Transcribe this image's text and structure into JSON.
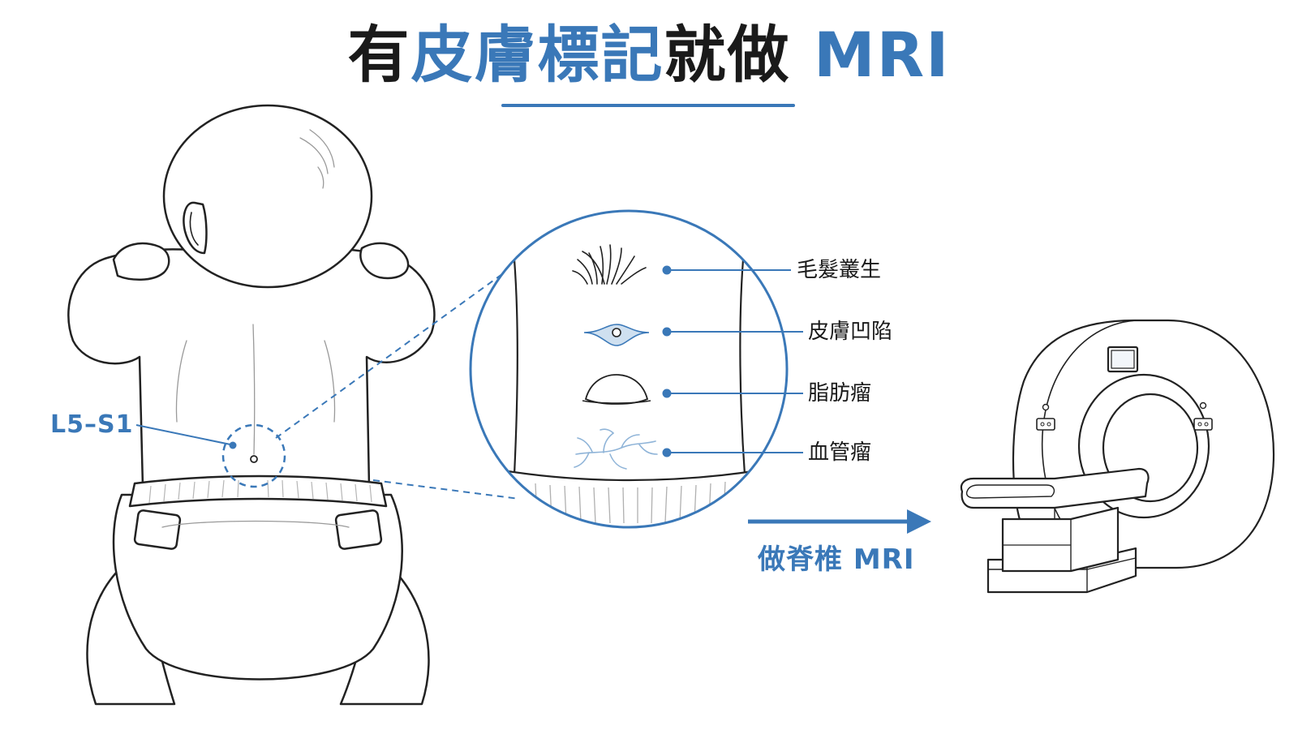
{
  "title": {
    "prefix": "有",
    "highlight": "皮膚標記",
    "suffix": "就做",
    "mri": "MRI"
  },
  "spine_level": "L5–S1",
  "markers": [
    {
      "label": "毛髮叢生",
      "icon": "hair-tuft-icon"
    },
    {
      "label": "皮膚凹陷",
      "icon": "skin-dimple-icon"
    },
    {
      "label": "脂肪瘤",
      "icon": "lipoma-icon"
    },
    {
      "label": "血管瘤",
      "icon": "hemangioma-icon"
    }
  ],
  "action": {
    "label": "做脊椎 MRI"
  },
  "colors": {
    "accent": "#3a78b8",
    "text": "#1a1a1a",
    "line": "#222222",
    "vessel": "#8fb4d8"
  }
}
